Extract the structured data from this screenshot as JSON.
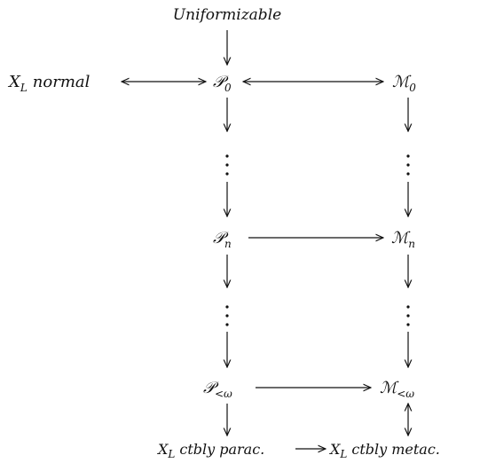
{
  "nodes": {
    "uniformizable": {
      "text": "Uniformizable"
    },
    "xl_normal": {
      "base": "X",
      "sub": "L",
      "text": "normal"
    },
    "p0": {
      "base": "𝒫",
      "sub": "0"
    },
    "m0": {
      "base": "ℳ",
      "sub": "0"
    },
    "pn": {
      "base": "𝒫",
      "sub": "n"
    },
    "mn": {
      "base": "ℳ",
      "sub": "n"
    },
    "pw": {
      "base": "𝒫",
      "sub": "<ω"
    },
    "mw": {
      "base": "ℳ",
      "sub": "<ω"
    },
    "parac": {
      "base": "X",
      "sub": "L",
      "text": "ctbly parac."
    },
    "metac": {
      "base": "X",
      "sub": "L",
      "text": "ctbly metac."
    }
  }
}
